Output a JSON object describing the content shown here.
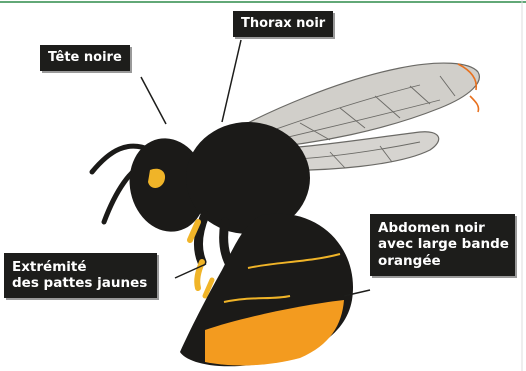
{
  "labels": {
    "tete": "Tête noire",
    "thorax": "Thorax noir",
    "pattes": [
      "Extrémité",
      "des pattes jaunes"
    ],
    "abdomen": [
      "Abdomen noir",
      "avec large bande",
      "orangée"
    ]
  },
  "colors": {
    "body": "#1b1a18",
    "orange": "#f39b1f",
    "yellow": "#f0b428",
    "wing": "#c9c7c1",
    "label_bg": "#1d1d1b",
    "label_text": "#ffffff"
  }
}
